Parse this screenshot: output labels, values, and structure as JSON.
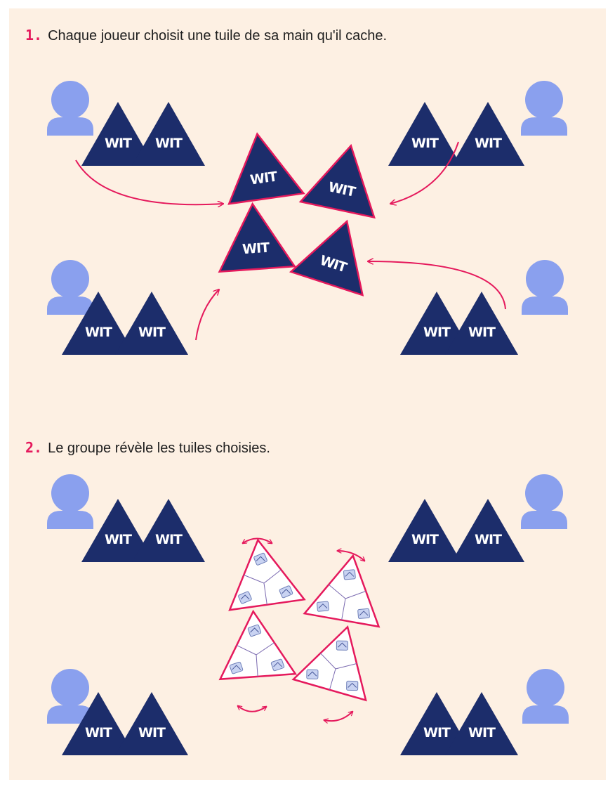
{
  "step1": {
    "number": "1.",
    "text": "Chaque joueur choisit une tuile de sa main qu'il cache."
  },
  "step2": {
    "number": "2.",
    "text": "Le groupe révèle les tuiles choisies."
  },
  "tile_label": "WIT",
  "colors": {
    "background": "#fdf0e3",
    "tile_navy": "#1c2d6b",
    "player": "#8aa0ee",
    "accent_pink": "#e5195c"
  }
}
